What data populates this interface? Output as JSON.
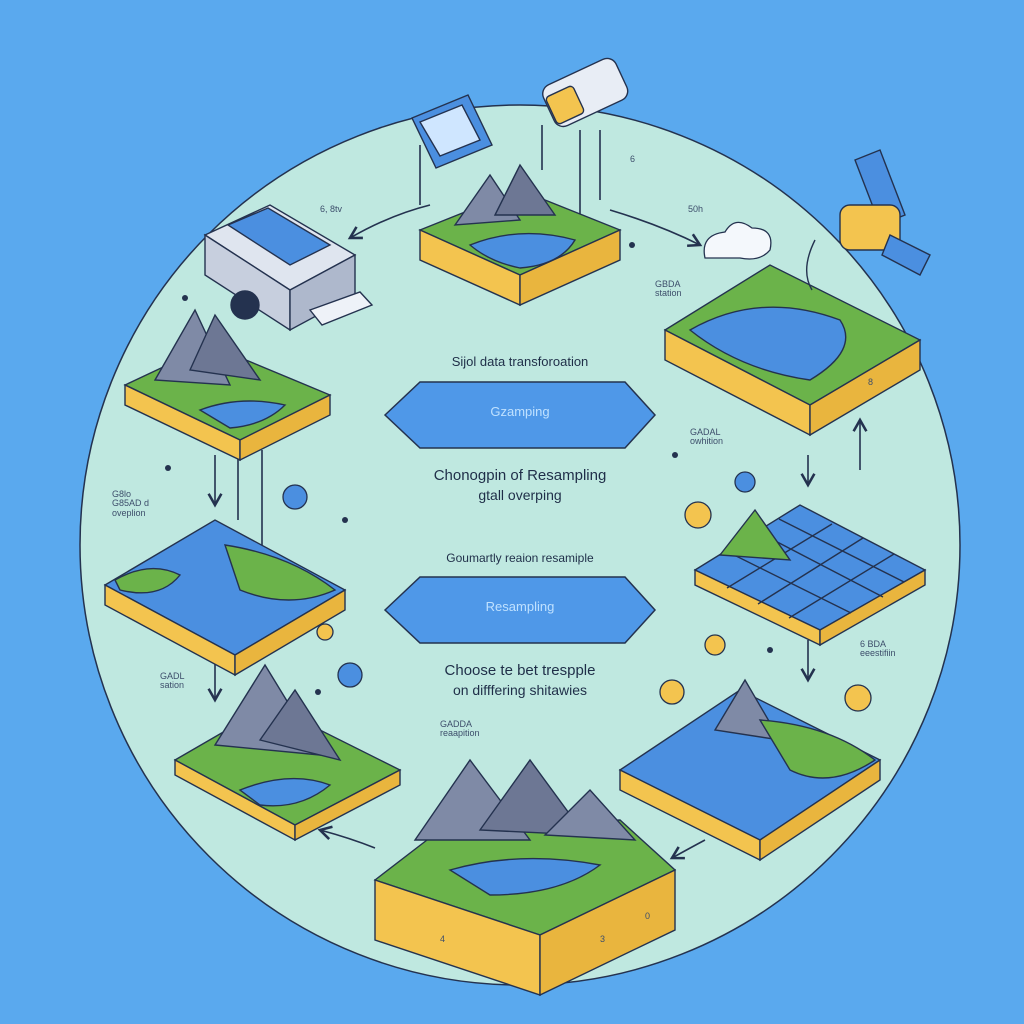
{
  "center": {
    "heading_top": "Sijol data transforoation",
    "arrow_top_label": "Gzamping",
    "caption_top_line1": "Chonogpin of Resampling",
    "caption_top_line2": "gtall overping",
    "heading_bottom": "Goumartly reaion resamiple",
    "arrow_bottom_label": "Resampling",
    "caption_bottom_line1": "Choose te bet trespple",
    "caption_bottom_line2": "on difffering shitawies"
  },
  "annotations": {
    "top_left": "6, 8tv",
    "top_right": "50h",
    "top_small": "6",
    "right_upper": {
      "line1": "GBDA",
      "line2": "station"
    },
    "right_mid": {
      "line1": "GADAL",
      "line2": "owhition"
    },
    "right_lower": {
      "line1": "6 BDA",
      "line2": "eeestifiin"
    },
    "left_mid": {
      "line1": "G8lo",
      "line2": "G85AD d",
      "line3": "oveplion"
    },
    "left_lower": {
      "line1": "GADL",
      "line2": "sation"
    },
    "bottom_center": {
      "line1": "GADDA",
      "line2": "reaapition"
    }
  },
  "block_marks": {
    "right_tile_mark": "8",
    "bottom_mark_a": "4",
    "bottom_mark_b": "0",
    "bottom_mark_c": "3"
  },
  "colors": {
    "background": "#5aa9ee",
    "circle": "#bfe8e0",
    "land": "#6bb34a",
    "water": "#4b8fe0",
    "soil": "#f3c44f",
    "mountain": "#7f8aa6",
    "arrow_fill": "#4f98e8",
    "outline": "#24324f"
  }
}
